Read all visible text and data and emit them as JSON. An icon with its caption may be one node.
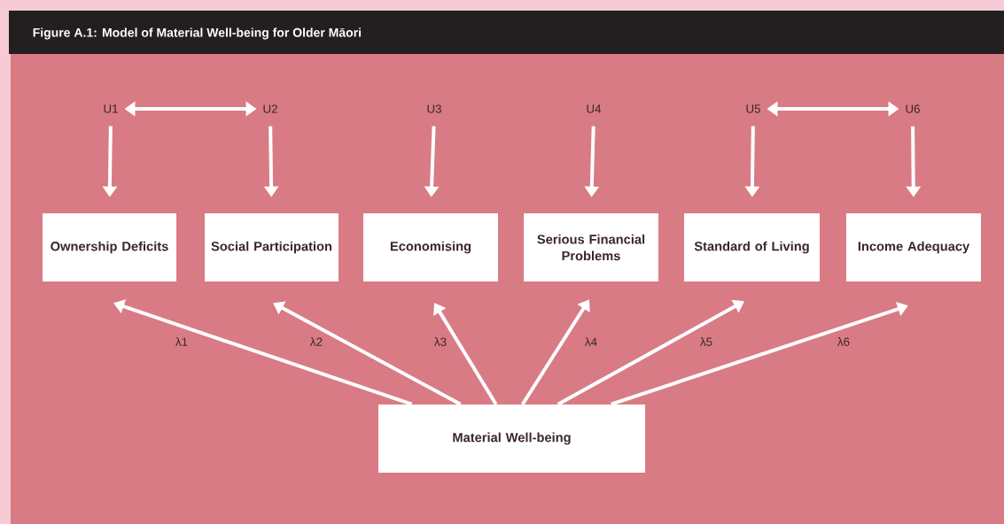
{
  "diagram": {
    "title": "Figure A.1:  Model of Material Well-being for Older Māori",
    "nodes": [
      {
        "text": [
          "U1"
        ]
      },
      {
        "text": [
          "U2"
        ]
      },
      {
        "text": [
          "U3"
        ]
      },
      {
        "text": [
          "U4"
        ]
      },
      {
        "text": [
          "U5"
        ]
      },
      {
        "text": [
          "U6"
        ]
      },
      {
        "text": [
          "Ownership Deficits"
        ]
      },
      {
        "text": [
          "Social Participation"
        ]
      },
      {
        "text": [
          "Economising"
        ]
      },
      {
        "text": [
          "Serious Financial Problems"
        ]
      },
      {
        "text": [
          "Standard of Living"
        ]
      },
      {
        "text": [
          "Income Adequacy"
        ]
      },
      {
        "text": [
          "Material Well-being"
        ]
      }
    ],
    "edges": [
      {
        "from": 0,
        "to": 1,
        "arrow": "both"
      },
      {
        "from": 4,
        "to": 5,
        "arrow": "both"
      },
      {
        "from": 0,
        "to": 6,
        "arrow": "to"
      },
      {
        "from": 1,
        "to": 7,
        "arrow": "to"
      },
      {
        "from": 2,
        "to": 8,
        "arrow": "to"
      },
      {
        "from": 3,
        "to": 9,
        "arrow": "to"
      },
      {
        "from": 4,
        "to": 10,
        "arrow": "to"
      },
      {
        "from": 5,
        "to": 11,
        "arrow": "to"
      },
      {
        "from": 12,
        "to": 6,
        "arrow": "to",
        "label": "λ1"
      },
      {
        "from": 12,
        "to": 7,
        "arrow": "to",
        "label": "λ2"
      },
      {
        "from": 12,
        "to": 8,
        "arrow": "to",
        "label": "λ3"
      },
      {
        "from": 12,
        "to": 9,
        "arrow": "to",
        "label": "λ4"
      },
      {
        "from": 12,
        "to": 10,
        "arrow": "to",
        "label": "λ5"
      },
      {
        "from": 12,
        "to": 11,
        "arrow": "to",
        "label": "λ6"
      }
    ]
  }
}
